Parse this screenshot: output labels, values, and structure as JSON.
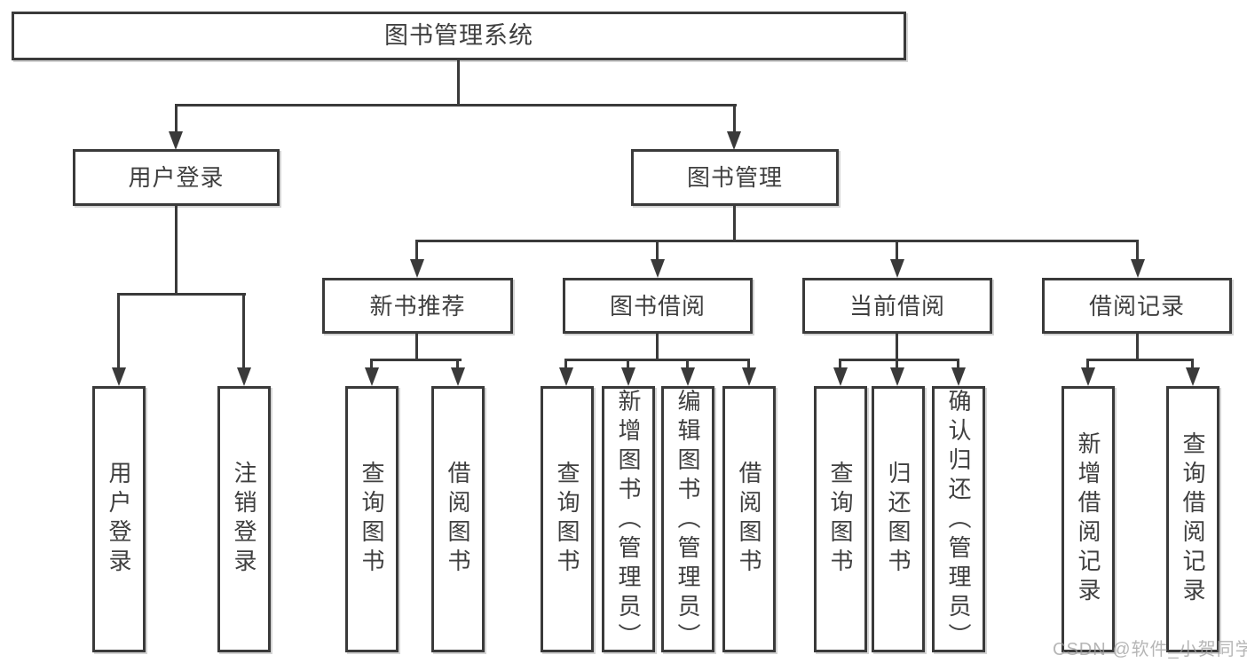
{
  "diagram_title": "图书管理系统",
  "colors": {
    "background": "#ffffff",
    "line": "#3a3a3a",
    "text": "#3f3f3f",
    "watermark": "#9e9e9e"
  },
  "tree": {
    "root": {
      "label": "图书管理系统"
    },
    "branches": [
      {
        "label": "用户登录",
        "children": [
          {
            "label": "用户登录"
          },
          {
            "label": "注销登录"
          }
        ]
      },
      {
        "label": "图书管理",
        "children": [
          {
            "label": "新书推荐",
            "children": [
              {
                "label": "查询图书"
              },
              {
                "label": "借阅图书"
              }
            ]
          },
          {
            "label": "图书借阅",
            "children": [
              {
                "label": "查询图书"
              },
              {
                "label": "新增图书（管理员）"
              },
              {
                "label": "编辑图书（管理员）"
              },
              {
                "label": "借阅图书"
              }
            ]
          },
          {
            "label": "当前借阅",
            "children": [
              {
                "label": "查询图书"
              },
              {
                "label": "归还图书"
              },
              {
                "label": "确认归还（管理员）"
              }
            ]
          },
          {
            "label": "借阅记录",
            "children": [
              {
                "label": "新增借阅记录"
              },
              {
                "label": "查询借阅记录"
              }
            ]
          }
        ]
      }
    ]
  },
  "watermark": {
    "text": "CSDN @软件_小贺同学"
  }
}
